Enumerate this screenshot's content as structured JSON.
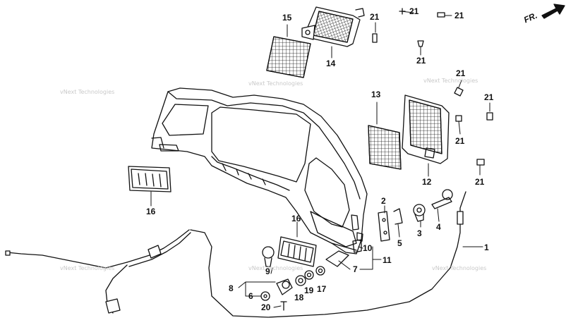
{
  "diagram": {
    "direction_label": "FR.",
    "watermark": "vNext Technologies",
    "callouts": [
      "1",
      "2",
      "3",
      "4",
      "5",
      "6",
      "7",
      "8",
      "9",
      "10",
      "11",
      "12",
      "13",
      "14",
      "15",
      "16",
      "16",
      "17",
      "18",
      "19",
      "20",
      "21",
      "21",
      "21",
      "21",
      "21",
      "21",
      "21",
      "21"
    ]
  }
}
